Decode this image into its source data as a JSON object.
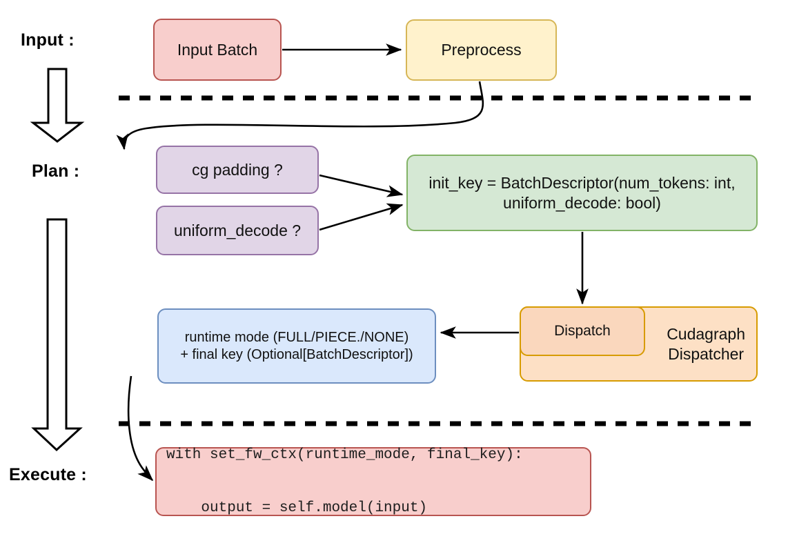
{
  "diagram": {
    "title": "vLLM cudagraph dispatch pipeline",
    "stage_labels": {
      "input": "Input :",
      "plan": "Plan :",
      "execute": "Execute :"
    },
    "nodes": {
      "input_batch": {
        "label": "Input Batch",
        "color": "#f8cecc",
        "border": "#b85450"
      },
      "preprocess": {
        "label": "Preprocess",
        "color": "#fff2cc",
        "border": "#d6b656"
      },
      "cg_padding": {
        "label": "cg padding ?",
        "color": "#e1d5e7",
        "border": "#9673a6"
      },
      "uniform_decode": {
        "label": "uniform_decode ?",
        "color": "#e1d5e7",
        "border": "#9673a6"
      },
      "init_key": {
        "line1": "init_key = BatchDescriptor(num_tokens: int,",
        "line2": "uniform_decode: bool)",
        "color": "#d5e8d4",
        "border": "#82b366"
      },
      "dispatch": {
        "label": "Dispatch",
        "color": "#fad7bd",
        "border": "#d79b00"
      },
      "cudagraph_dispatcher": {
        "line1": "Cudagraph",
        "line2": "Dispatcher",
        "color": "#fde0c5",
        "border": "#d79b00"
      },
      "runtime_mode": {
        "line1": "runtime mode (FULL/PIECE./NONE)",
        "line2": "+ final key (Optional[BatchDescriptor])",
        "color": "#dae8fc",
        "border": "#6c8ebf"
      },
      "exec_code": {
        "line1": "with set_fw_ctx(runtime_mode, final_key):",
        "line2": "    output = self.model(input)",
        "color": "#f8cecc",
        "border": "#b85450"
      }
    },
    "separators": {
      "style": "dashed",
      "color": "#000000",
      "count": 2
    },
    "flow_arrows": {
      "stroke": "#000000",
      "big_arrow_fill": "#ffffff"
    }
  }
}
